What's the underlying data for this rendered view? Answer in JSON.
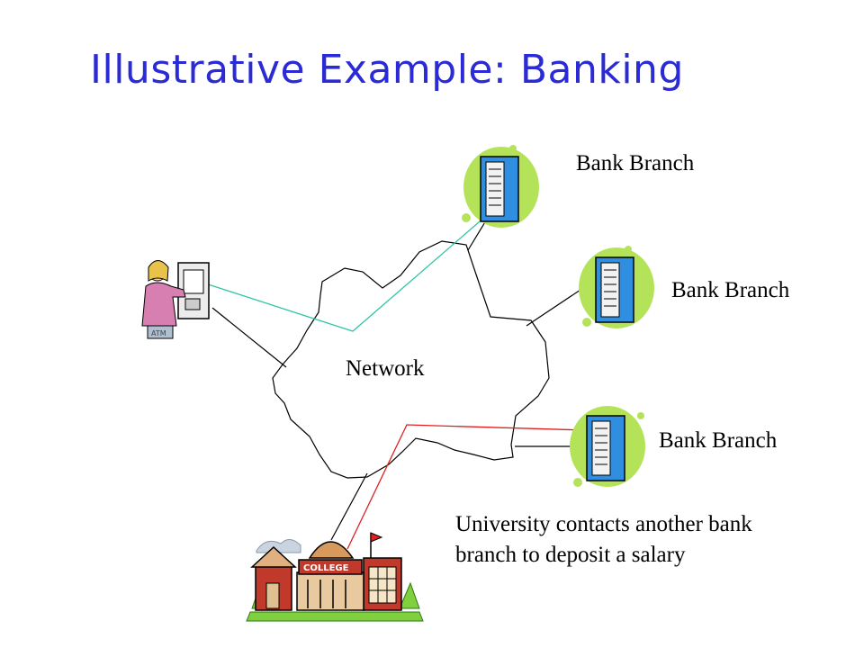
{
  "slide": {
    "title": "Illustrative Example: Banking",
    "network_label": "Network",
    "branches": [
      {
        "label": "Bank Branch"
      },
      {
        "label": "Bank Branch"
      },
      {
        "label": "Bank Branch"
      }
    ],
    "caption_lines": [
      "University contacts another bank",
      "branch to deposit a salary"
    ],
    "atm_clipart_text": "ATM",
    "college_clipart_text": "COLLEGE"
  },
  "colors": {
    "title": "#2b2bd6",
    "atm_link": "#2fc4a6",
    "university_link": "#e02020",
    "server_blob": "#b4e35a",
    "server_body": "#2f8ee0"
  }
}
